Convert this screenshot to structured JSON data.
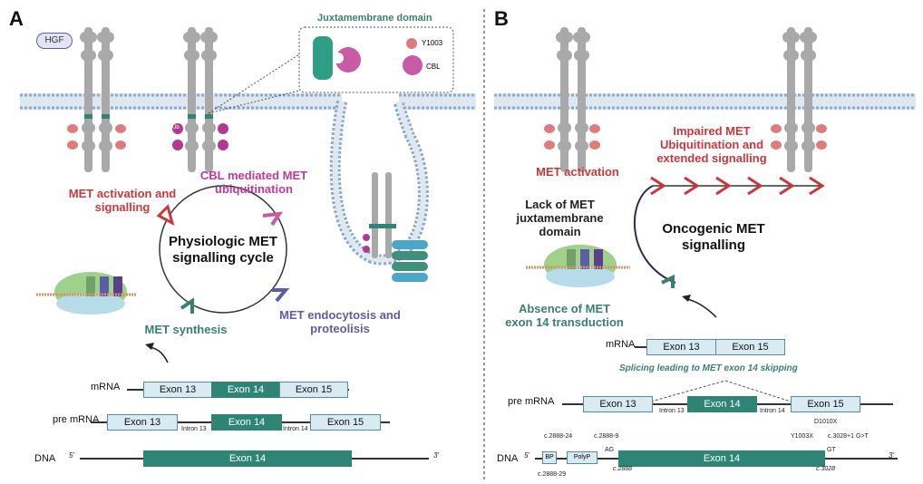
{
  "panel_a": {
    "letter": "A",
    "hgf": "HGF",
    "inset": {
      "title": "Juxtamembrane domain",
      "y1003": "Y1003",
      "cbl": "CBL"
    },
    "ub": "Ub",
    "labels": {
      "activation": "MET activation and signalling",
      "ubiquitination": "CBL mediated MET ubiquitination",
      "cycle": "Physiologic MET signalling cycle",
      "endocytosis": "MET endocytosis and proteolisis",
      "synthesis": "MET synthesis"
    },
    "rows": {
      "mrna": "mRNA",
      "pre_mrna": "pre mRNA",
      "dna": "DNA",
      "five": "5'",
      "three": "3'"
    },
    "exons": {
      "e13": "Exon 13",
      "e14": "Exon 14",
      "e15": "Exon 15"
    },
    "introns": {
      "i13": "Intron 13",
      "i14": "Intron 14"
    }
  },
  "panel_b": {
    "letter": "B",
    "labels": {
      "activation": "MET activation",
      "impaired": "Impaired MET Ubiquitination and extended signalling",
      "lack": "Lack of MET juxtamembrane domain",
      "oncogenic": "Oncogenic MET signalling",
      "absence": "Absence of MET exon 14 transduction",
      "splicing": "Splicing leading to MET exon 14 skipping"
    },
    "rows": {
      "mrna": "mRNA",
      "pre_mrna": "pre mRNA",
      "dna": "DNA",
      "five": "5'",
      "three": "3'"
    },
    "exons": {
      "e13": "Exon 13",
      "e14": "Exon 14",
      "e15": "Exon 15"
    },
    "introns": {
      "i13": "Intron 13",
      "i14": "Intron 14"
    },
    "dna_annotations": {
      "bp": "BP",
      "polyp": "PolyP",
      "ag": "AG",
      "gt": "GT",
      "c2888_24": "c.2888-24",
      "c2888_9": "c.2888-9",
      "c2888_29": "c.2888-29",
      "c2888": "c.2888",
      "c3028": "c.3028",
      "y1003x": "Y1003X",
      "d1010x": "D1010X",
      "c3028_1": "c.3028+1 G>T"
    }
  },
  "colors": {
    "teal": "#2f8575",
    "red": "#c9383a",
    "pink": "#c2379a",
    "violet": "#5b5ea6",
    "receptor": "#a9a9a9",
    "membrane": "#c9d7e6"
  }
}
